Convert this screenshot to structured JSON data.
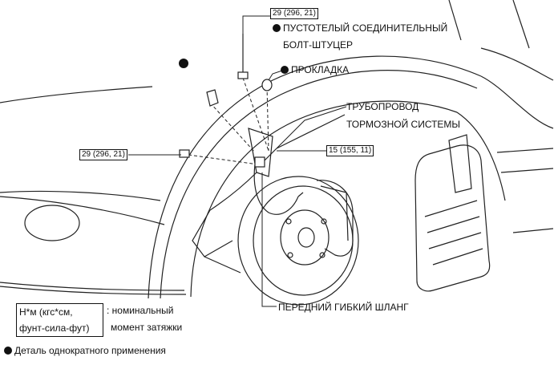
{
  "torque": {
    "t1": "29 (296, 21)",
    "t2": "29 (296, 21)",
    "t3": "15 (155, 11)"
  },
  "labels": {
    "union_bolt_line1": "ПУСТОТЕЛЫЙ СОЕДИНИТЕЛЬНЫЙ",
    "union_bolt_line2": "БОЛТ-ШТУЦЕР",
    "gasket": "ПРОКЛАДКА",
    "brake_line_1": "ТРУБОПРОВОД",
    "brake_line_2": "ТОРМОЗНОЙ СИСТЕМЫ",
    "flex_hose": "ПЕРЕДНИЙ ГИБКИЙ ШЛАНГ"
  },
  "legend": {
    "unit_line1": "Н*м (кгс*см,",
    "unit_line2": "фунт-сила-фут)",
    "desc_line1": ": номинальный",
    "desc_line2": "момент затяжки",
    "one_time": "Деталь однократного применения"
  }
}
